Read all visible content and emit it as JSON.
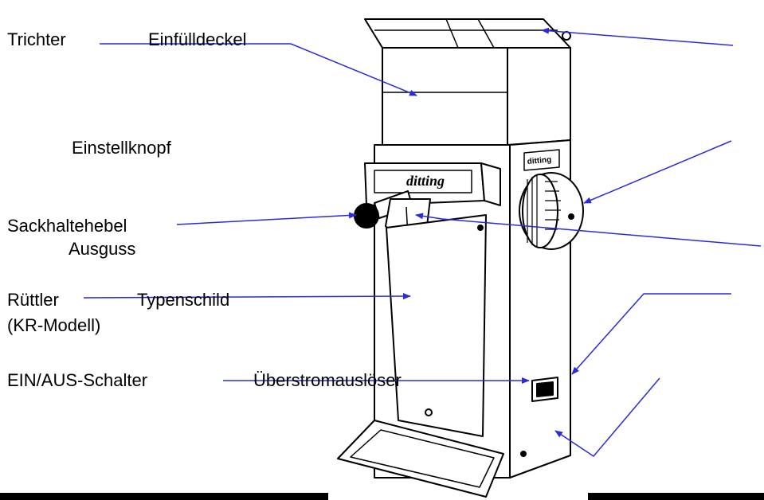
{
  "labels": {
    "trichter": "Trichter",
    "einfuelldeckel": "Einfülldeckel",
    "einstellknopf": "Einstellknopf",
    "sackhaltehebel": "Sackhaltehebel",
    "ausguss": "Ausguss",
    "ruettler": "Rüttler",
    "kr_modell": "(KR-Modell)",
    "typenschild": "Typenschild",
    "schalter": "EIN/AUS-Schalter",
    "ueberstrom": "Überstromauslöser"
  },
  "product_logo": "ditting",
  "colors": {
    "arrow": "#2b2bd9",
    "outline": "#000000",
    "background": "#ffffff"
  }
}
